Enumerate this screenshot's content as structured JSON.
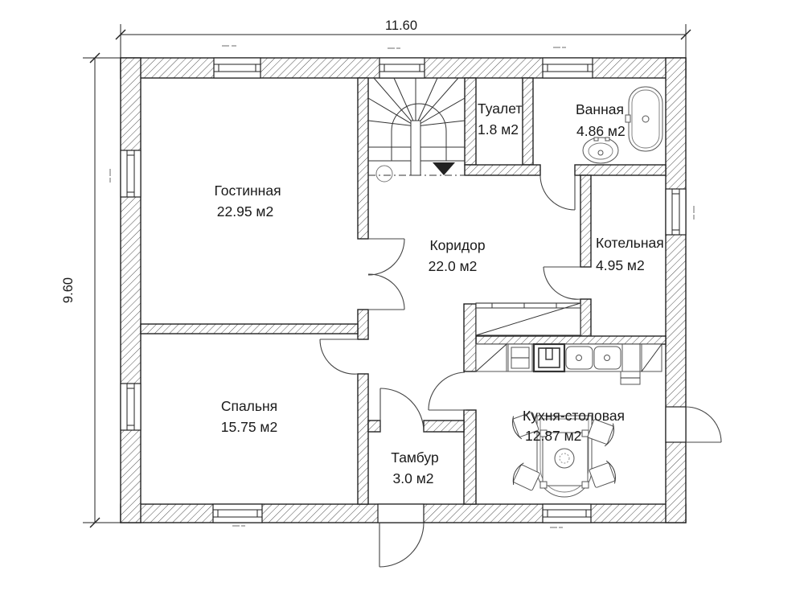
{
  "plan": {
    "dimension_top": "11.60",
    "dimension_left": "9.60",
    "rooms": [
      {
        "name": "Гостинная",
        "area": "22.95 м2"
      },
      {
        "name": "Спальня",
        "area": "15.75 м2"
      },
      {
        "name": "Коридор",
        "area": "22.0 м2"
      },
      {
        "name": "Туалет",
        "area": "1.8 м2"
      },
      {
        "name": "Ванная",
        "area": "4.86 м2"
      },
      {
        "name": "Котельная",
        "area": "4.95 м2"
      },
      {
        "name": "Кухня-столовая",
        "area": "12.87 м2"
      },
      {
        "name": "Тамбур",
        "area": "3.0 м2"
      }
    ]
  }
}
